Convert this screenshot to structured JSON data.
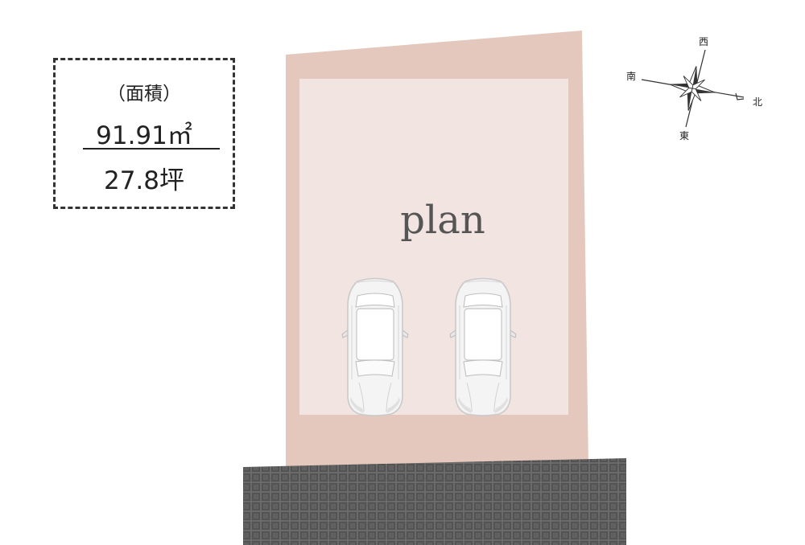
{
  "area": {
    "label": "（面積）",
    "sqm": "91.91㎡",
    "tsubo": "27.8坪"
  },
  "plan_label": "plan",
  "compass": {
    "west": "西",
    "south": "南",
    "north": "北",
    "east": "東"
  },
  "colors": {
    "lot_outer": "#e4c8bd",
    "lot_inner": "#f2e5e1",
    "road": "#5c5c5c",
    "car_body": "#f4f4f4",
    "car_outline": "#c9c9c9"
  },
  "icons": [
    "car-icon",
    "compass-icon"
  ]
}
